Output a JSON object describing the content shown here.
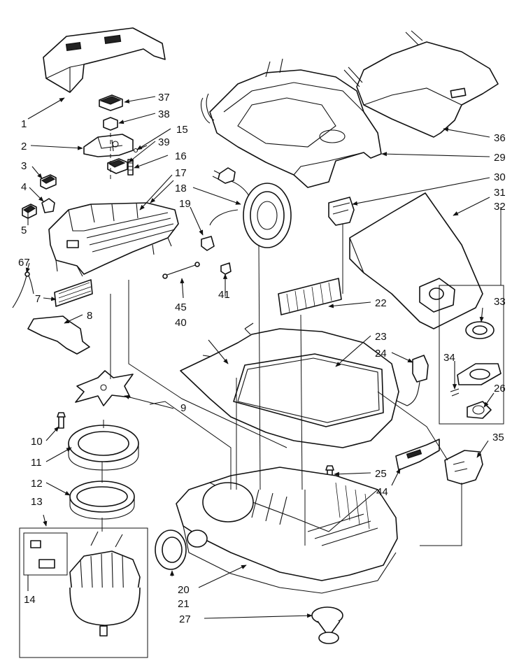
{
  "diagram": {
    "callouts": {
      "c1": "1",
      "c2": "2",
      "c3": "3",
      "c4": "4",
      "c5": "5",
      "c7": "7",
      "c8": "8",
      "c9": "9",
      "c10": "10",
      "c11": "11",
      "c12": "12",
      "c13": "13",
      "c14": "14",
      "c15": "15",
      "c16": "16",
      "c17": "17",
      "c18": "18",
      "c19": "19",
      "c20": "20",
      "c21": "21",
      "c22": "22",
      "c23": "23",
      "c24": "24",
      "c25": "25",
      "c26": "26",
      "c27": "27",
      "c29": "29",
      "c30": "30",
      "c31": "31",
      "c32": "32",
      "c33": "33",
      "c34": "34",
      "c35": "35",
      "c36": "36",
      "c37": "37",
      "c38": "38",
      "c39": "39",
      "c40": "40",
      "c41": "41",
      "c44": "44",
      "c45": "45",
      "c67": "67"
    }
  }
}
